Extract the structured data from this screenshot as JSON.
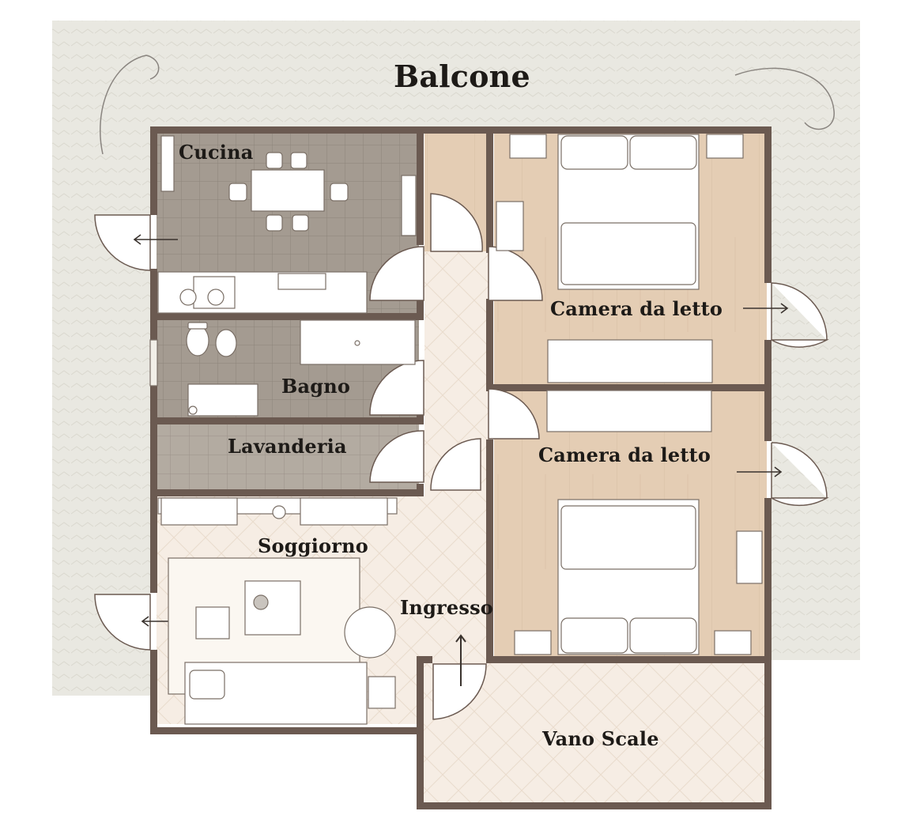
{
  "rooms": {
    "balcone": "Balcone",
    "cucina": "Cucina",
    "camera_1": "Camera da letto",
    "bagno": "Bagno",
    "lavanderia": "Lavanderia",
    "camera_2": "Camera da letto",
    "soggiorno": "Soggiorno",
    "ingresso": "Ingresso",
    "vano_scale": "Vano Scale"
  },
  "colors": {
    "wall": "#6b5a51",
    "balcony": "#e9e8e1",
    "tile": "#a49b91",
    "wood": "#e4cdb4",
    "herringbone": "#f6ede4",
    "furniture": "#ffffff"
  }
}
